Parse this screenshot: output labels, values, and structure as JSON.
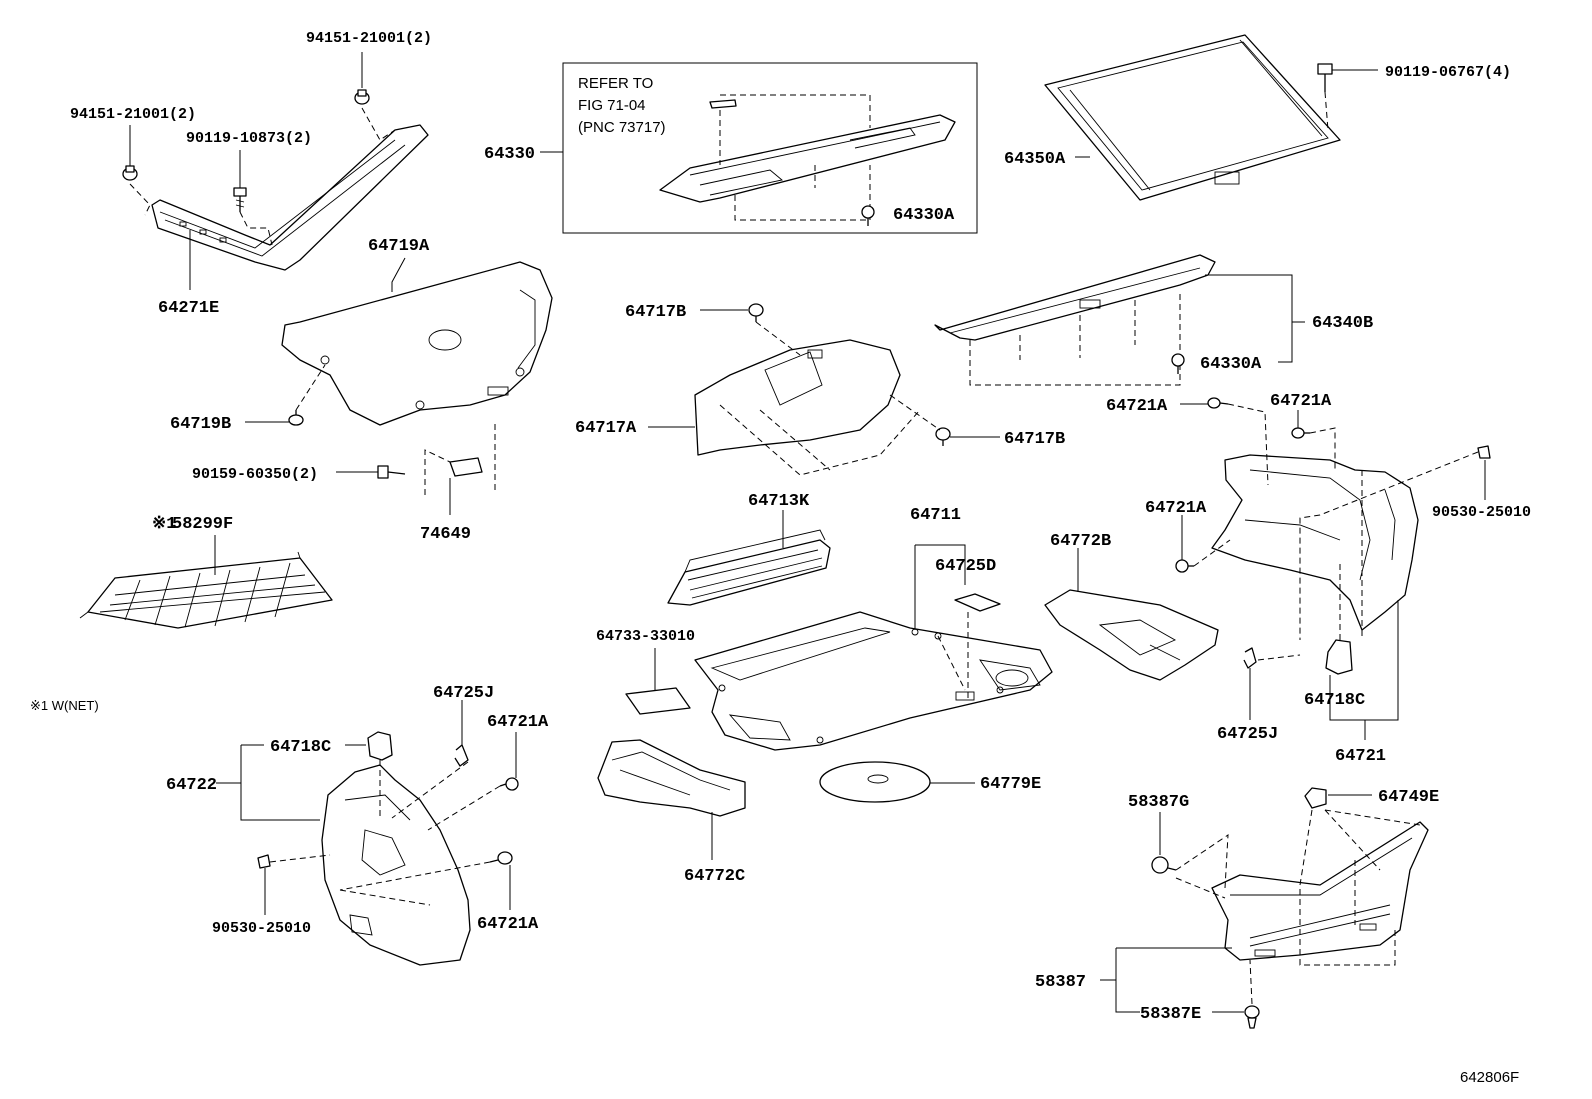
{
  "figure_code": "642806F",
  "footnote": "※1 W(NET)",
  "refer_box": {
    "line1": "REFER TO",
    "line2": "FIG 71-04",
    "line3": "(PNC 73717)"
  },
  "labels": {
    "l_94151_top": "94151-21001(2)",
    "l_94151_left": "94151-21001(2)",
    "l_90119_10873": "90119-10873(2)",
    "l_64271E": "64271E",
    "l_64330": "64330",
    "l_64330A_top": "64330A",
    "l_64350A": "64350A",
    "l_90119_06767": "90119-06767(4)",
    "l_64719A": "64719A",
    "l_64719B": "64719B",
    "l_90159_60350": "90159-60350(2)",
    "l_74649": "74649",
    "l_58299F_mark": "※1",
    "l_58299F": "58299F",
    "l_64717B_top": "64717B",
    "l_64717A": "64717A",
    "l_64717B_right": "64717B",
    "l_64340B": "64340B",
    "l_64330A_mid": "64330A",
    "l_64721A_a": "64721A",
    "l_64721A_b": "64721A",
    "l_64721A_c": "64721A",
    "l_90530_25010_right": "90530-25010",
    "l_64713K": "64713K",
    "l_64711": "64711",
    "l_64725D": "64725D",
    "l_64772B": "64772B",
    "l_64733_33010": "64733-33010",
    "l_64725J_right": "64725J",
    "l_64718C_right": "64718C",
    "l_64721": "64721",
    "l_64725J_left": "64725J",
    "l_64721A_left_top": "64721A",
    "l_64718C_left": "64718C",
    "l_64722": "64722",
    "l_90530_25010_left": "90530-25010",
    "l_64721A_left_bot": "64721A",
    "l_64772C": "64772C",
    "l_64779E": "64779E",
    "l_58387G": "58387G",
    "l_64749E": "64749E",
    "l_58387": "58387",
    "l_58387E": "58387E"
  }
}
